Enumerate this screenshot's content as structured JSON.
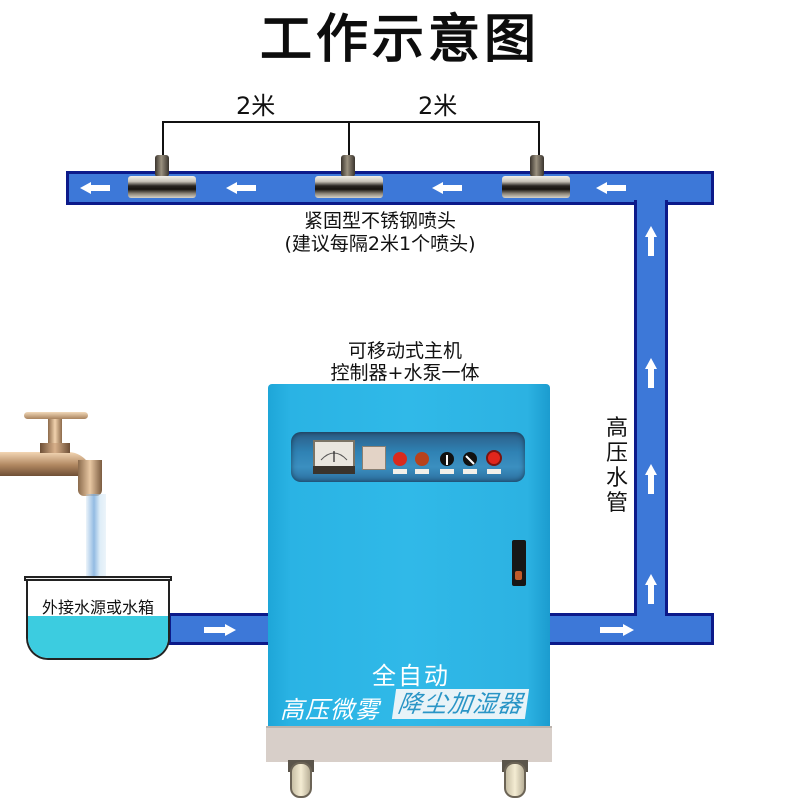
{
  "title": "工作示意图",
  "spacing": {
    "left_label": "2米",
    "right_label": "2米"
  },
  "nozzles": {
    "caption_line1": "紧固型不锈钢喷头",
    "caption_line2": "(建议每隔2米1个喷头)",
    "count": 3,
    "icon": "nozzle-icon"
  },
  "machine": {
    "caption_line1": "可移动式主机",
    "caption_line2": "控制器+水泵一体",
    "badge_auto": "全自动",
    "badge_high_pressure": "高压微雾",
    "badge_dust": "降尘加湿器",
    "knob_colors": [
      "#d92a1e",
      "#c5421c",
      "#111111",
      "#111111",
      "#e0261c"
    ]
  },
  "water_source": {
    "label": "外接水源或水箱",
    "icon": "faucet-icon"
  },
  "high_pressure_pipe": {
    "label_chars": [
      "高",
      "压",
      "水",
      "管"
    ]
  },
  "colors": {
    "pipe": "#3d78d8",
    "pipe_border": "#0c1a8a",
    "machine": "#30b9e8",
    "water": "#3ccce0",
    "arrow": "#ffffff"
  },
  "flow_arrows": {
    "top_pipe": "left",
    "vertical_pipe": "up",
    "bottom_pipe": "right"
  }
}
